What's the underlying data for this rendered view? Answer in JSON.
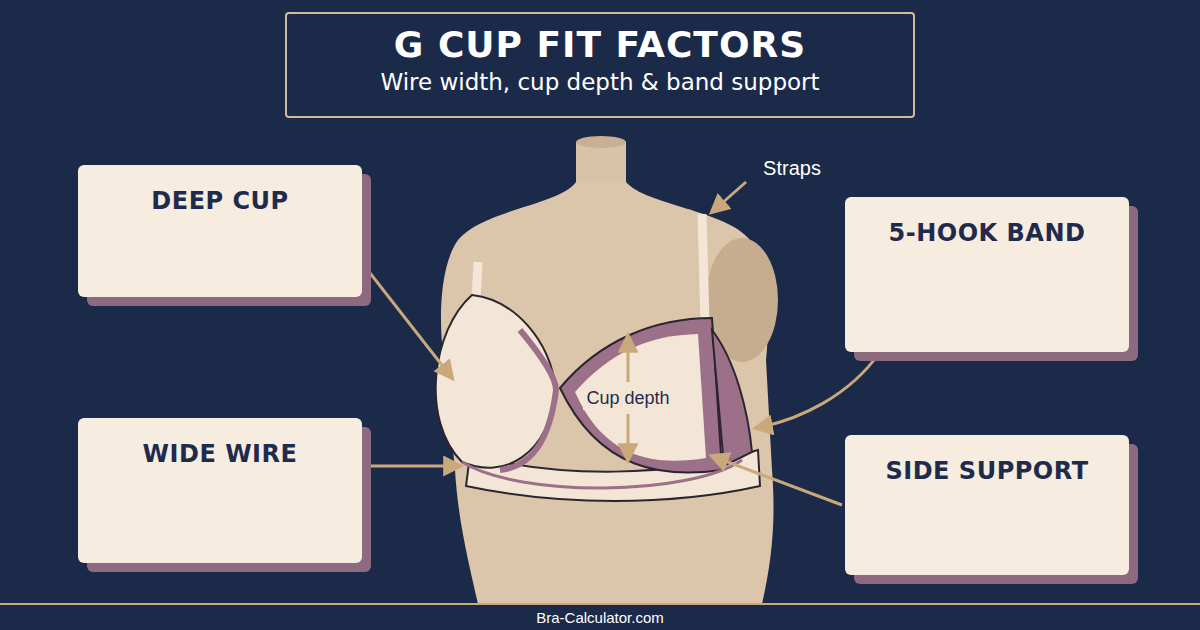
{
  "diagram": {
    "title": "G CUP FIT FACTORS",
    "caption": "Wire width, cup depth & band support",
    "nodes": [
      {
        "text": [
          "DEEP CUP"
        ]
      },
      {
        "text": [
          "5-HOOK BAND"
        ]
      },
      {
        "text": [
          "WIDE WIRE"
        ]
      },
      {
        "text": [
          "SIDE SUPPORT"
        ]
      }
    ],
    "labels": [
      "Straps",
      "Cup depth",
      "Bra-Calculator.com"
    ]
  }
}
